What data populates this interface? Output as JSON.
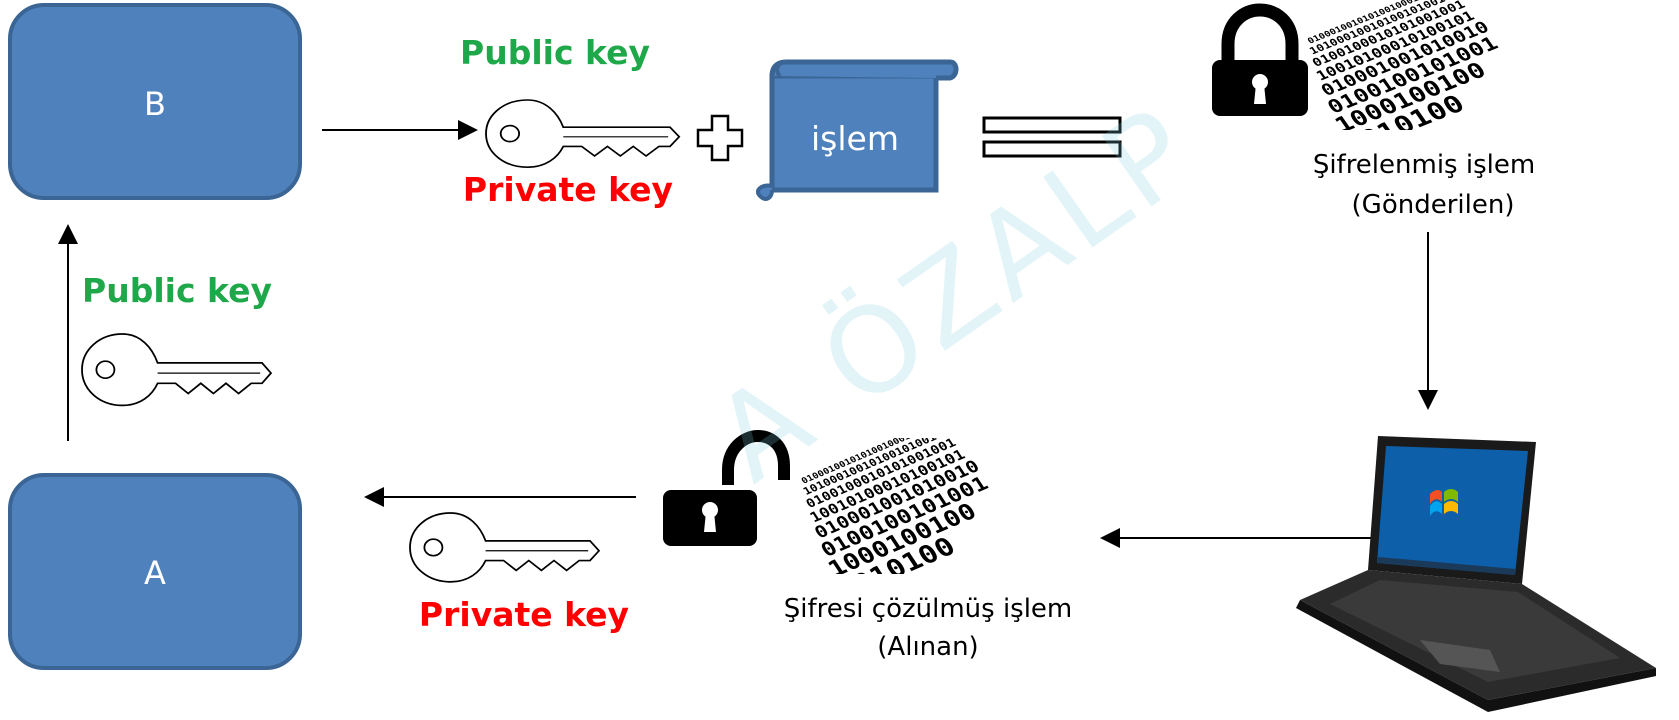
{
  "watermark": "A ÖZALP",
  "nodes": {
    "b": {
      "label": "B"
    },
    "a": {
      "label": "A"
    }
  },
  "keys": {
    "top_public": "Public key",
    "top_private": "Private key",
    "left_public": "Public key",
    "bottom_private": "Private key"
  },
  "document": {
    "label": "işlem"
  },
  "encrypted": {
    "line1": "Şifrelenmiş işlem",
    "line2": "(Gönderilen)"
  },
  "decrypted": {
    "line1": "Şifresi çözülmüş işlem",
    "line2": "(Alınan)"
  },
  "colors": {
    "box_fill": "#4f81bd",
    "box_stroke": "#3a6595",
    "public_key": "#1fa84a",
    "private_key": "#ff0000",
    "arrow": "#000000"
  },
  "icons": {
    "key": "key-icon",
    "plus": "plus-icon",
    "equals": "equals-icon",
    "scroll": "scroll-icon",
    "lock": "lock-icon",
    "unlock": "unlock-icon",
    "binary": "binary-data-image",
    "laptop": "laptop-icon"
  }
}
